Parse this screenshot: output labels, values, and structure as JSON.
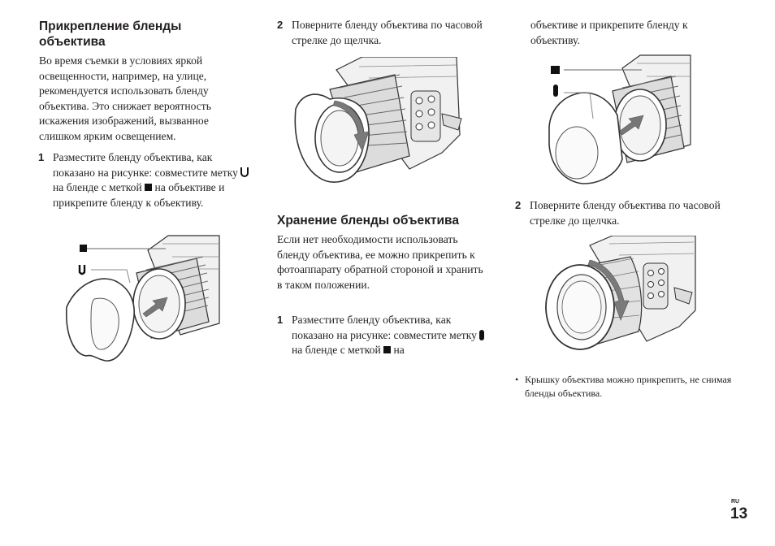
{
  "col1": {
    "heading": "Прикрепление бленды объектива",
    "intro": "Во время съемки в условиях яркой освещенности, например, на улице, рекомендуется использовать бленду объектива. Это снижает вероятность искажения изображений, вызванное слишком ярким освещением.",
    "step1": {
      "num": "1",
      "a": "Разместите бленду объектива, как показано на рисунке: совместите метку",
      "b": "на бленде с меткой",
      "c": "на объективе и прикрепите бленду к объективу."
    }
  },
  "col2": {
    "step2": {
      "num": "2",
      "text": "Поверните бленду объектива по часовой стрелке до щелчка."
    },
    "heading": "Хранение бленды объектива",
    "intro": "Если нет необходимости использовать бленду объектива, ее можно прикрепить к фотоаппарату обратной стороной и хранить в таком положении.",
    "step1": {
      "num": "1",
      "a": "Разместите бленду объектива, как показано на рисунке: совместите метку",
      "b": "на бленде с меткой",
      "c": "на"
    }
  },
  "col3": {
    "cont": "объективе и прикрепите бленду к объективу.",
    "step2": {
      "num": "2",
      "text": "Поверните бленду объектива по часовой стрелке до щелчка."
    },
    "note": {
      "bullet": "•",
      "text": "Крышку объектива можно прикрепить, не снимая бленды объектива."
    }
  },
  "footer": {
    "lang": "RU",
    "page": "13"
  },
  "icons": {
    "mark_square": "square-mark-icon",
    "mark_u": "u-mark-icon",
    "mark_oval": "oval-mark-icon"
  }
}
